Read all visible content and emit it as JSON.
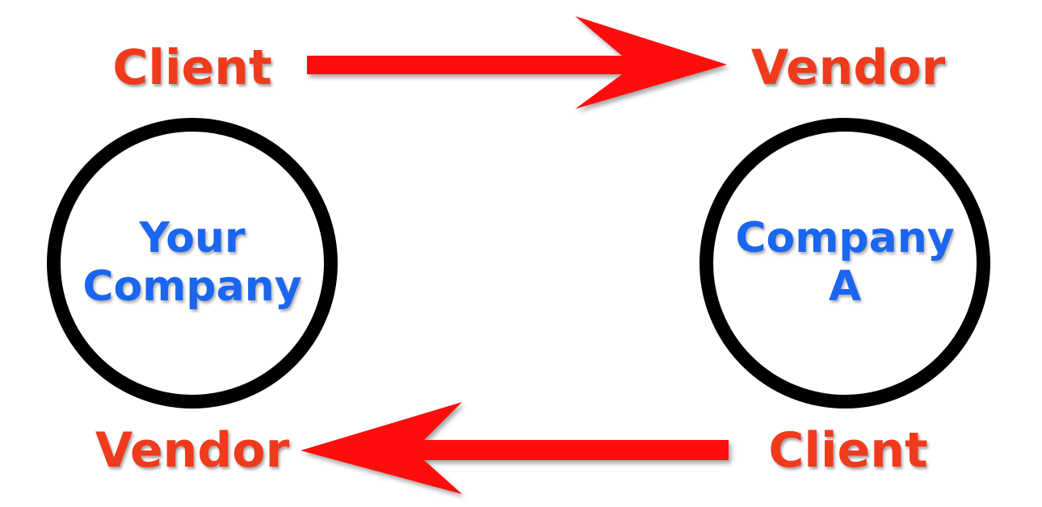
{
  "colors": {
    "role_text": "#f03a1c",
    "company_text": "#1a66f0",
    "arrow": "#ff0d0d",
    "circle_border": "#000000"
  },
  "top_flow": {
    "from_label": "Client",
    "to_label": "Vendor"
  },
  "bottom_flow": {
    "from_label": "Client",
    "to_label": "Vendor"
  },
  "left_node": {
    "line1": "Your",
    "line2": "Company"
  },
  "right_node": {
    "line1": "Company",
    "line2": "A"
  }
}
